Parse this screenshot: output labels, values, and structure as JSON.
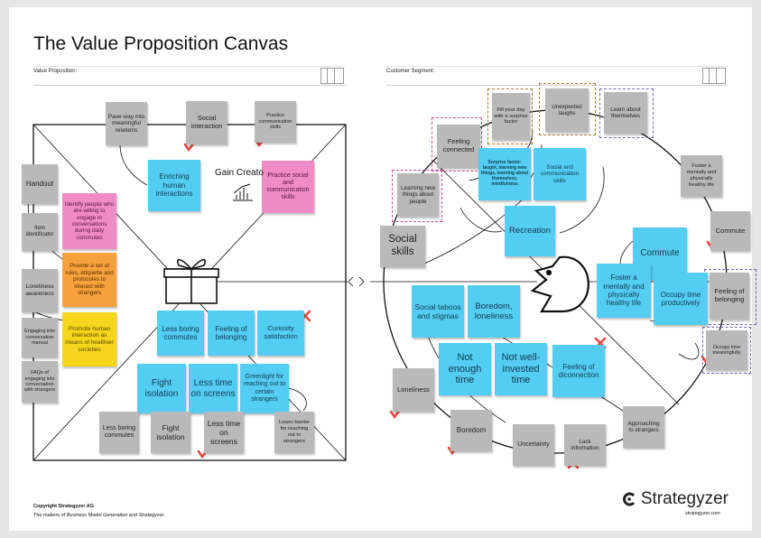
{
  "title": "The Value Proposition Canvas",
  "value_proposition": {
    "header": "Value Proposition:",
    "gain_creators_label": "Gain Creato",
    "gain_creators": [
      "Enriching human interactions",
      "Practice social and communication skills",
      "Pave way into meaningful relations",
      "Social interaction",
      "Practice communication skills"
    ],
    "products_services": [
      "Handout",
      "Item identificator",
      "Loneliness awareness",
      "Engaging into conversation manual",
      "FAQs of engaging into conversation with strangers",
      "Identify people who are willing to engage in conversations during daily commutes",
      "Provide a set of rules, etiquette and protocoles to interact with strangers",
      "Promote human interaction as means of healthier societies"
    ],
    "pain_relievers": [
      "Less boring commutes",
      "Feeling of belonging",
      "Curiosity satisfaction",
      "Fight isolation",
      "Less time on screens",
      "Greenlight for reaching out to certain strangers",
      "Less boring commutes",
      "Fight isolation",
      "Less time on screens",
      "Lower barrier for reaching out to strangers"
    ]
  },
  "customer_segment": {
    "header": "Customer Segment:",
    "gains": [
      "Fill your day with a surprise factor",
      "Unexpected laughs",
      "Learn about themselves",
      "Feeling connected",
      "Learning new things about people",
      "Surprise factor: laught, learning new things, learning about themselves, mindfulness",
      "Social and communication skills",
      "Recreation",
      "Social skills",
      "Foster a mentally and physically healthy life"
    ],
    "jobs": [
      "Commute",
      "Foster a mentally and physically healthy life",
      "Occupy time productively",
      "Commute",
      "Feeling of belonging",
      "Occupy time meaningfully"
    ],
    "pains": [
      "Social taboos and stigmas",
      "Boredom, loneliness",
      "Not enough time",
      "Not well-invested time",
      "Feeling of diconnection",
      "Loneliness",
      "Boredom",
      "Uncertainty",
      "Lack information",
      "Approaching to strangers"
    ]
  },
  "footer": {
    "copyright": "Copyright Strategyzer AG",
    "tagline_prefix": "The makers of ",
    "tagline_book1": "Business Model Generation",
    "tagline_and": " and ",
    "tagline_book2": "Strategyzer",
    "brand": "Strategyzer",
    "url": "strategyzer.com"
  },
  "colors": {
    "grey_note": "#b9b9b9",
    "blue_note": "#53cdf2",
    "pink_note": "#ef8cc6",
    "orange_note": "#f6a23c",
    "yellow_note": "#f7d51d",
    "check": "#e8473e"
  }
}
